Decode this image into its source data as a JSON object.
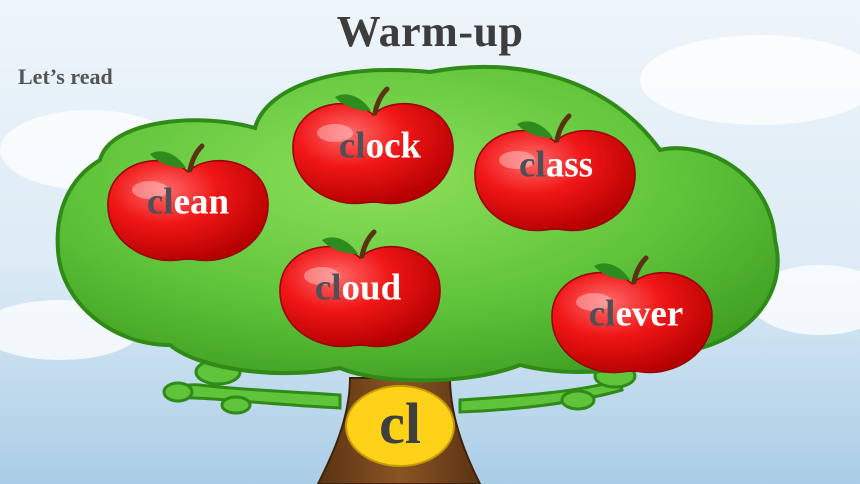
{
  "title": "Warm-up",
  "subtitle": "Let’s read",
  "root": "cl",
  "words": [
    {
      "prefix": "cl",
      "rest": "ean"
    },
    {
      "prefix": "cl",
      "rest": "ock"
    },
    {
      "prefix": "cl",
      "rest": "ass"
    },
    {
      "prefix": "cl",
      "rest": "oud"
    },
    {
      "prefix": "cl",
      "rest": "ever"
    }
  ],
  "colors": {
    "sky_top": "#dcebf5",
    "sky_bottom": "#aecfe6",
    "canopy": "#5fc43a",
    "canopy_edge": "#2f8a17",
    "apple": "#ef1616",
    "apple_dark": "#b00000",
    "leaf": "#2e8b1e",
    "trunk": "#7b4a1e",
    "badge": "#ffd21a",
    "prefix_text": "#4f4f57",
    "word_text": "#ffffff"
  }
}
